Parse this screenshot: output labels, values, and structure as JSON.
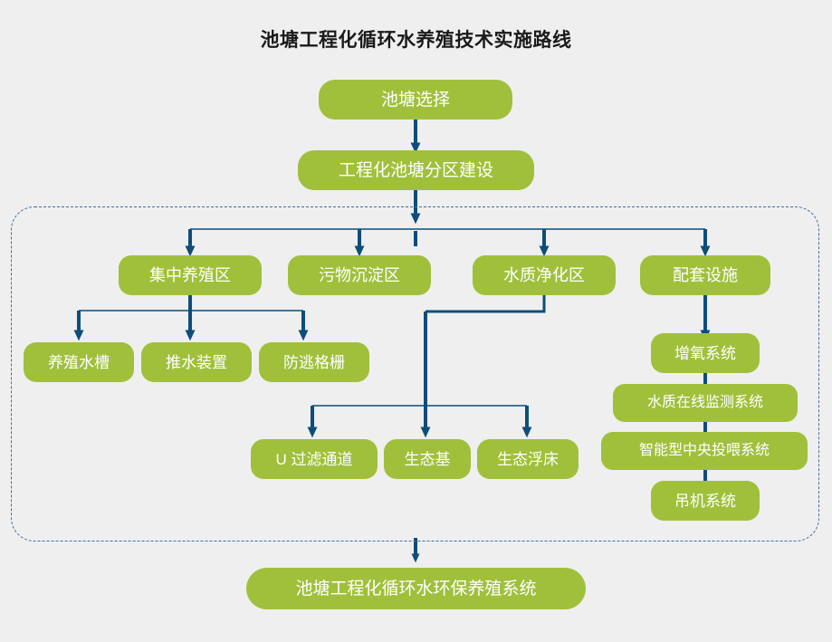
{
  "page": {
    "title": "池塘工程化循环水养殖技术实施路线",
    "background_color": "#efefef",
    "node_color": "#a0c03c",
    "node_text_color": "#ffffff",
    "connector_color": "#0d4d7a",
    "dashed_border_color": "#3f6f9f"
  },
  "diagram": {
    "type": "flowchart",
    "orientation": "top-to-bottom",
    "nodes": {
      "start": {
        "label": "池塘选择"
      },
      "zoning": {
        "label": "工程化池塘分区建设"
      },
      "zone_culture": {
        "label": "集中养殖区"
      },
      "zone_sediment": {
        "label": "污物沉淀区"
      },
      "zone_purify": {
        "label": "水质净化区"
      },
      "zone_support": {
        "label": "配套设施"
      },
      "culture_tank": {
        "label": "养殖水槽"
      },
      "water_pusher": {
        "label": "推水装置"
      },
      "escape_grid": {
        "label": "防逃格栅"
      },
      "u_filter": {
        "label": "U 过滤通道"
      },
      "eco_base": {
        "label": "生态基"
      },
      "eco_float": {
        "label": "生态浮床"
      },
      "oxygen_system": {
        "label": "增氧系统"
      },
      "water_monitor": {
        "label": "水质在线监测系统"
      },
      "smart_feeder": {
        "label": "智能型中央投喂系统"
      },
      "crane_system": {
        "label": "吊机系统"
      },
      "result": {
        "label": "池塘工程化循环水环保养殖系统"
      }
    },
    "edges": [
      {
        "from": "start",
        "to": "zoning"
      },
      {
        "from": "zoning",
        "to": "zone_culture"
      },
      {
        "from": "zoning",
        "to": "zone_sediment"
      },
      {
        "from": "zoning",
        "to": "zone_purify"
      },
      {
        "from": "zoning",
        "to": "zone_support"
      },
      {
        "from": "zone_culture",
        "to": "culture_tank"
      },
      {
        "from": "zone_culture",
        "to": "water_pusher"
      },
      {
        "from": "zone_culture",
        "to": "escape_grid"
      },
      {
        "from": "zone_purify",
        "to": "u_filter"
      },
      {
        "from": "zone_purify",
        "to": "eco_base"
      },
      {
        "from": "zone_purify",
        "to": "eco_float"
      },
      {
        "from": "zone_support",
        "to": "oxygen_system"
      },
      {
        "from": "oxygen_system",
        "to": "water_monitor"
      },
      {
        "from": "water_monitor",
        "to": "smart_feeder"
      },
      {
        "from": "smart_feeder",
        "to": "crane_system"
      },
      {
        "from": "dashed_region",
        "to": "result"
      }
    ]
  }
}
